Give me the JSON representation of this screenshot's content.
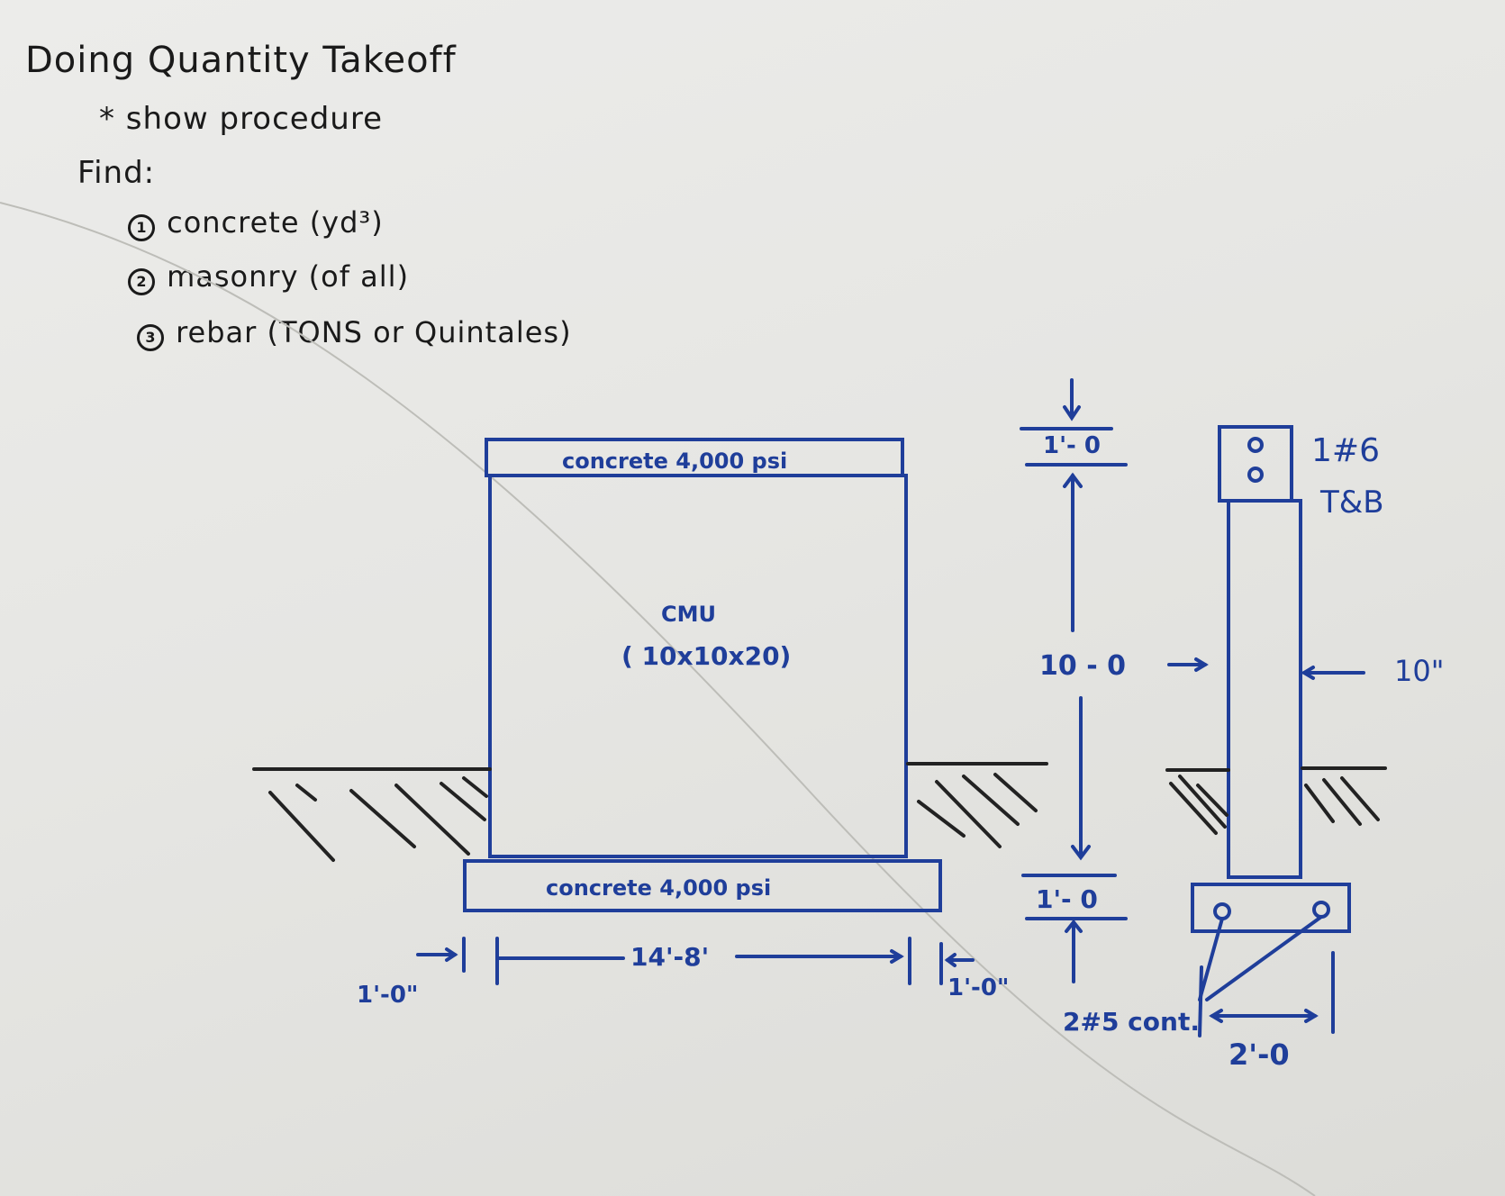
{
  "notes": {
    "title": "Doing Quantity Takeoff",
    "subtitle": "* show procedure",
    "find_label": "Find:",
    "items": [
      {
        "num": "1",
        "text": "concrete (yd³)"
      },
      {
        "num": "2",
        "text": "masonry (of all)"
      },
      {
        "num": "3",
        "text": "rebar (TONS or Quintales)"
      }
    ]
  },
  "elevation": {
    "top_beam": "concrete 4,000 psi",
    "wall_type": "CMU",
    "wall_size": "( 10x10x20)",
    "footing": "concrete 4,000 psi",
    "dim_left": "1'-0\"",
    "dim_length": "14'-8'",
    "dim_right": "1'-0\""
  },
  "vertical_dims": {
    "top": "1'- 0",
    "height": "10 - 0",
    "bottom": "1'- 0"
  },
  "section": {
    "top_rebar": "1#6",
    "top_rebar_note": "T&B",
    "thickness": "10\"",
    "footing_rebar": "2#5 cont.",
    "footing_width": "2'-0"
  },
  "colors": {
    "ink_blue": "#1f3e9a",
    "ink_black": "#1a1a1a",
    "paper": "#e8e8e5"
  }
}
